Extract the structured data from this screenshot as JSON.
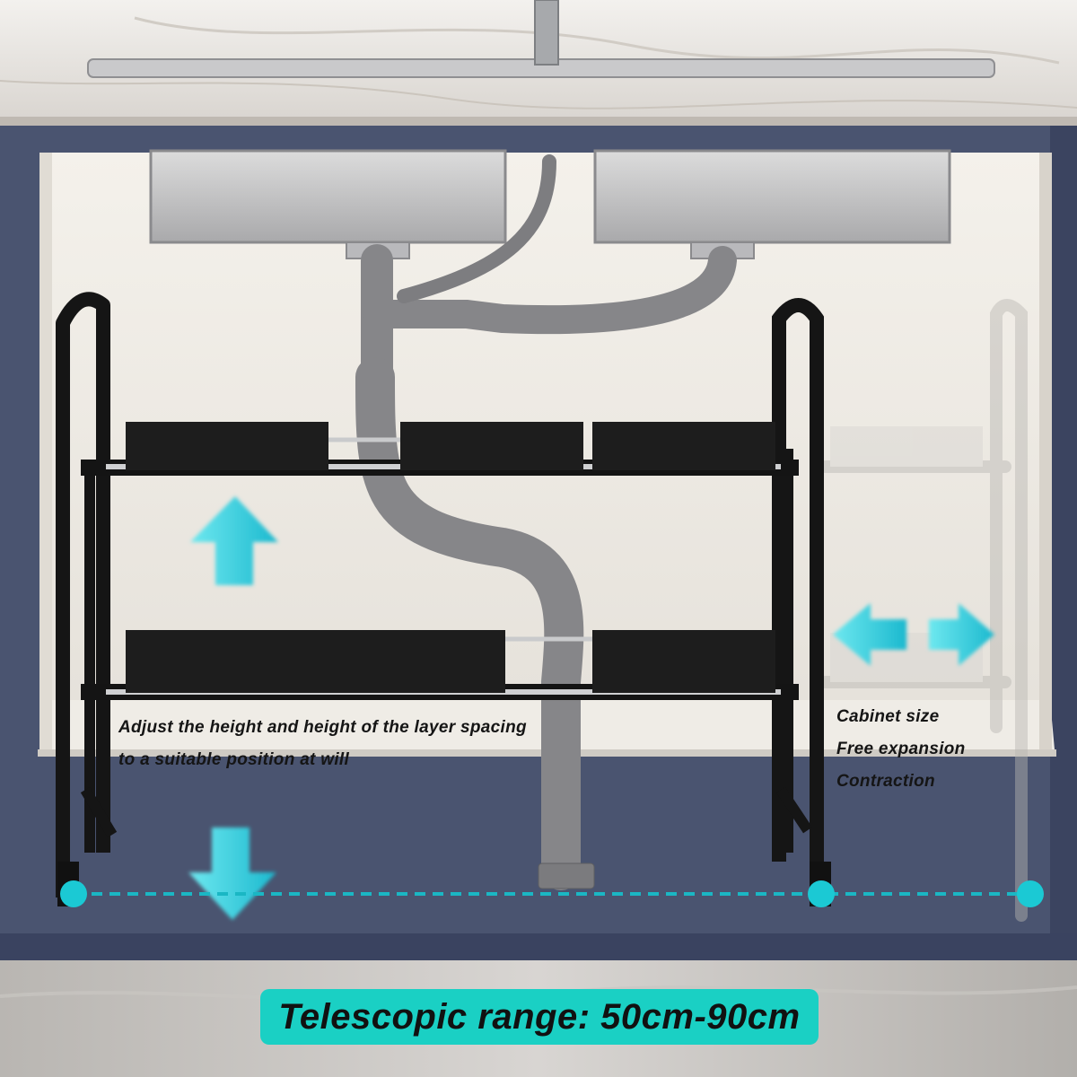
{
  "captions": {
    "adjust_line1": "Adjust the height and height of the layer spacing",
    "adjust_line2": "to a suitable position at will",
    "cabinet_line1": "Cabinet size",
    "cabinet_line2": "Free expansion",
    "cabinet_line3": "Contraction"
  },
  "banner": {
    "text": "Telescopic range: 50cm-90cm"
  },
  "colors": {
    "accent": "#1ad0c4",
    "arrow": "#3fd6e0",
    "cabinet": "#4a5470",
    "rack": "#151515",
    "pipe": "#8a8a8f"
  }
}
